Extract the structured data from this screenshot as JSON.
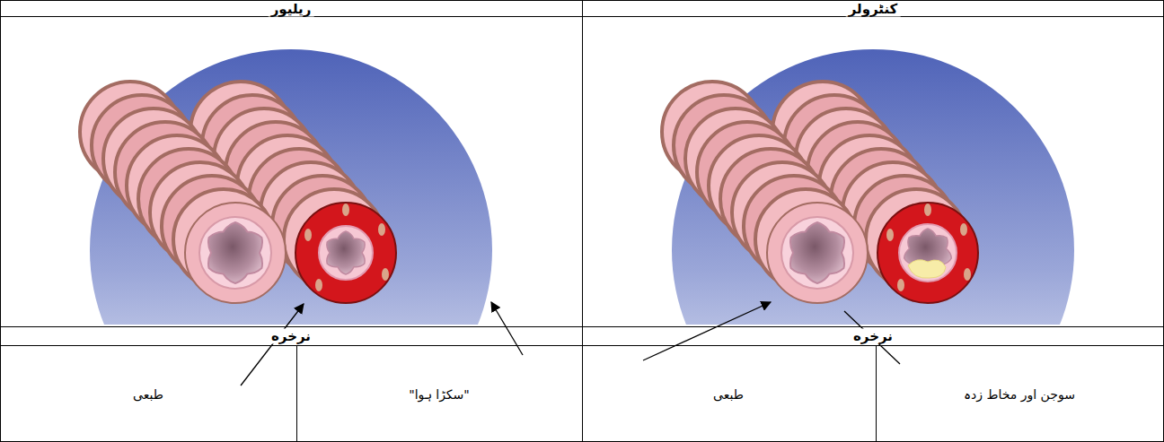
{
  "diagram": {
    "labels": [
      "ریلیور",
      "کنٹرولر",
      "نرخره",
      "نرخره",
      "طبعی",
      "\"سکڑا ہوا\"",
      "طبعی",
      "سوجن اور مخاط زدہ"
    ]
  }
}
